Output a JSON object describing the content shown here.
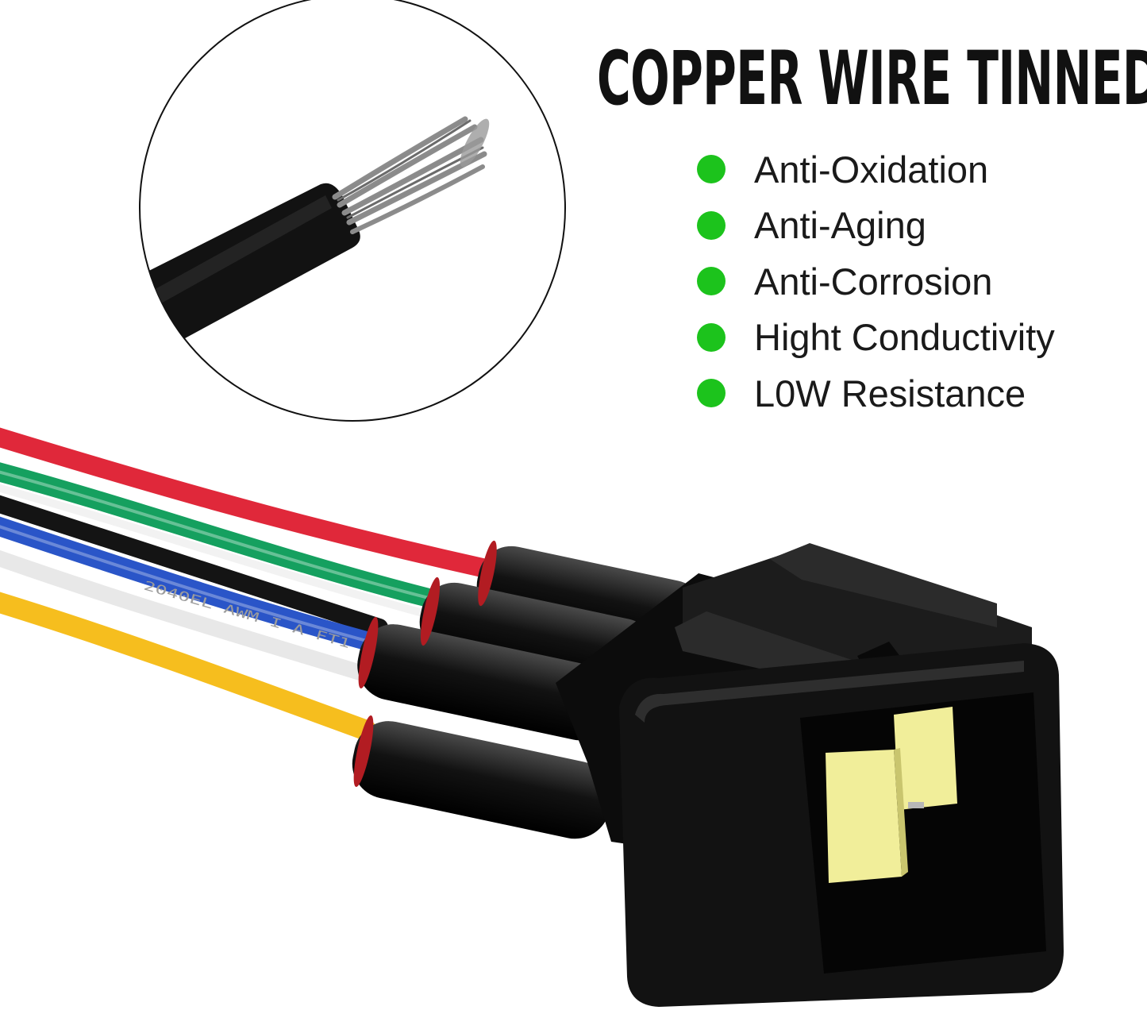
{
  "headline": "COPPER WIRE TINNED",
  "features": [
    {
      "label": "Anti-Oxidation"
    },
    {
      "label": "Anti-Aging"
    },
    {
      "label": "Anti-Corrosion"
    },
    {
      "label": "Hight Conductivity"
    },
    {
      "label": "L0W Resistance"
    }
  ],
  "wire_print": "2040EL AWM I A FT1 1",
  "colors": {
    "bullet": "#1cc31c",
    "wire_red": "#e0283a",
    "wire_green": "#15a05f",
    "wire_blue": "#2a55c8",
    "wire_yellow": "#f6be1e",
    "wire_black": "#141414",
    "connector": "#0e0e0e",
    "terminal": "#f1ee9a"
  },
  "icons": {
    "bullet": "green-dot-icon",
    "closeup": "stripped-wire-closeup-icon"
  }
}
